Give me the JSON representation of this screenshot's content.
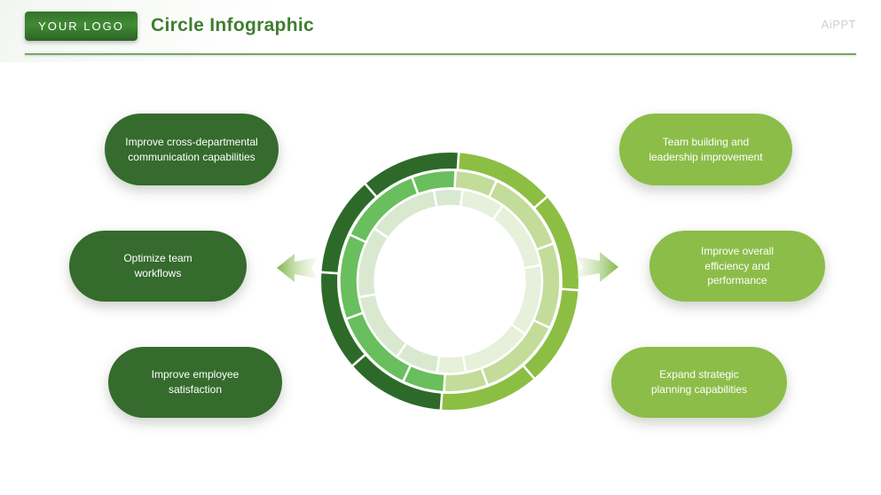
{
  "header": {
    "logo_text": "YOUR LOGO",
    "title": "Circle Infographic",
    "watermark": "AiPPT"
  },
  "left_items": [
    {
      "label": "Improve cross-departmental\ncommunication capabilities"
    },
    {
      "label": "Optimize team\nworkflows"
    },
    {
      "label": "Improve employee\nsatisfaction"
    }
  ],
  "right_items": [
    {
      "label": "Team building and\nleadership improvement"
    },
    {
      "label": "Improve overall\nefficiency and\nperformance"
    },
    {
      "label": "Expand strategic\nplanning capabilities"
    }
  ],
  "colors": {
    "dark_pill": "#356b2d",
    "light_pill": "#8cbd49",
    "title_green": "#3e7e2f",
    "header_rule": "#7aa46c",
    "watermark_gray": "#cdd0cc"
  },
  "wheel": {
    "divider_color": "#ffffff",
    "divider_width": 2.6,
    "rings": [
      {
        "name": "outer",
        "r_outer": 145,
        "r_inner": 127,
        "rotation": 4,
        "left_color": "#2d6a29",
        "right_color": "#8cbe43",
        "dividers": [
          94,
          139,
          184,
          229,
          274,
          319,
          4,
          49
        ]
      },
      {
        "name": "middle",
        "r_outer": 124,
        "r_inner": 106,
        "rotation": 3,
        "left_color": "#69be5d",
        "right_color": "#c3dc9a",
        "dividers": [
          93,
          273,
          115,
          160,
          205,
          250,
          295,
          340,
          25,
          70
        ]
      },
      {
        "name": "inner",
        "r_outer": 103,
        "r_inner": 86,
        "rotation": 8,
        "left_color": "#d8e9d0",
        "right_color": "#e6f0da",
        "dividers": [
          98,
          278,
          125,
          170,
          215,
          260,
          305,
          350,
          35,
          80
        ]
      }
    ]
  },
  "arrows": {
    "left_name": "arrow-pointing-left",
    "right_name": "arrow-pointing-right",
    "tip_color": "#79b23e",
    "tail_color": "#e3efd2"
  }
}
